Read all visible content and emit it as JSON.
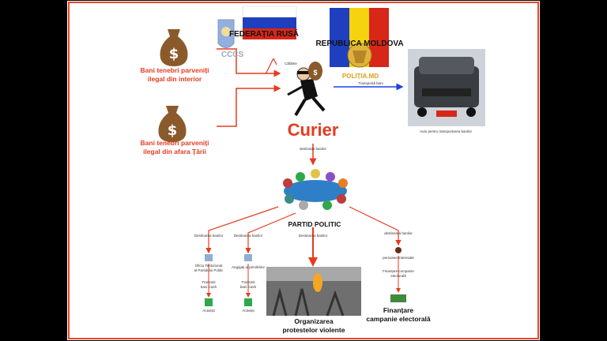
{
  "labels": {
    "federatia": "FEDERAȚIA RUSĂ",
    "moldova": "REPUBLICA MOLDOVA",
    "cccs": "CCCS",
    "politia": "POLIȚIA.MD",
    "bani_interior_1": "Bani tenebri parveniți",
    "bani_interior_2": "ilegal din interior",
    "bani_exterior_1": "Bani tenebri parveniți",
    "bani_exterior_2": "ilegal din afara Țării",
    "curier": "Curier",
    "catatrie": "Cătătrie",
    "transporta": "Transportă bani",
    "auto": "Auto pentru transportarea banilor",
    "destinatia_top": "destinația banilor",
    "partid": "PARTID POLITIC",
    "dest_left": "Destinarea banilor",
    "dest_mid_left": "Destinarea banilor",
    "dest_center": "Destinarea banilor",
    "dest_right": "destinarea banilor",
    "oficii_1": "Oficiu Teritoriunal",
    "oficii_2": "al Partidului Politic",
    "angajati_1": "Angajați ai primăriilor",
    "transmit_l_1": "Transmit",
    "transmit_l_2": "bani Cash",
    "transmit_m_1": "Transmit",
    "transmit_m_2": "bani Cash",
    "activisti_l": "Activiști",
    "activisti_m": "Activiști",
    "persoane": "persoane interesate",
    "finantare_camp_1": "Finanțare companie",
    "finantare_camp_2": "electorală",
    "organizarea_1": "Organizarea",
    "organizarea_2": "protestelor violente",
    "finantare_1": "Finanțare",
    "finantare_2": "campanie electorală"
  },
  "colors": {
    "border": "#e5482a",
    "arrow_red": "#e53b1f",
    "arrow_blue": "#1f3fe5",
    "background": "#ffffff"
  }
}
